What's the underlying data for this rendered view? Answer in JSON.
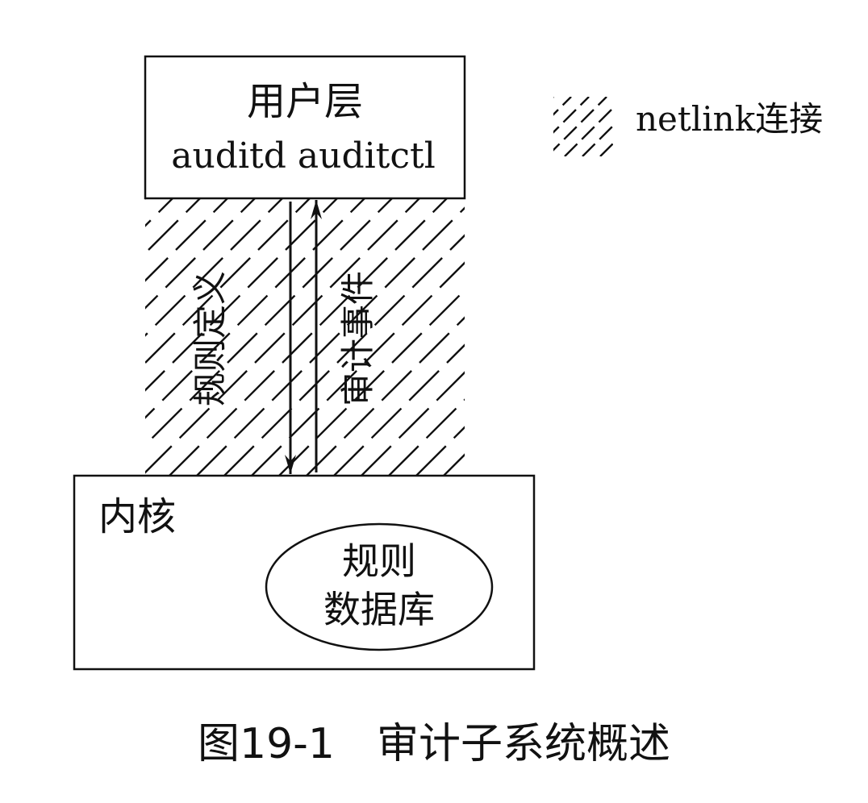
{
  "user_box": {
    "title": "用户层",
    "subtitle": "auditd auditctl"
  },
  "kernel_box": {
    "title": "内核"
  },
  "rule_db": {
    "line1": "规则",
    "line2": "数据库"
  },
  "arrows": {
    "down_label": "规则定义",
    "up_label": "审计事件"
  },
  "legend": {
    "label": "netlink连接"
  },
  "caption": "图19-1　审计子系统概述"
}
